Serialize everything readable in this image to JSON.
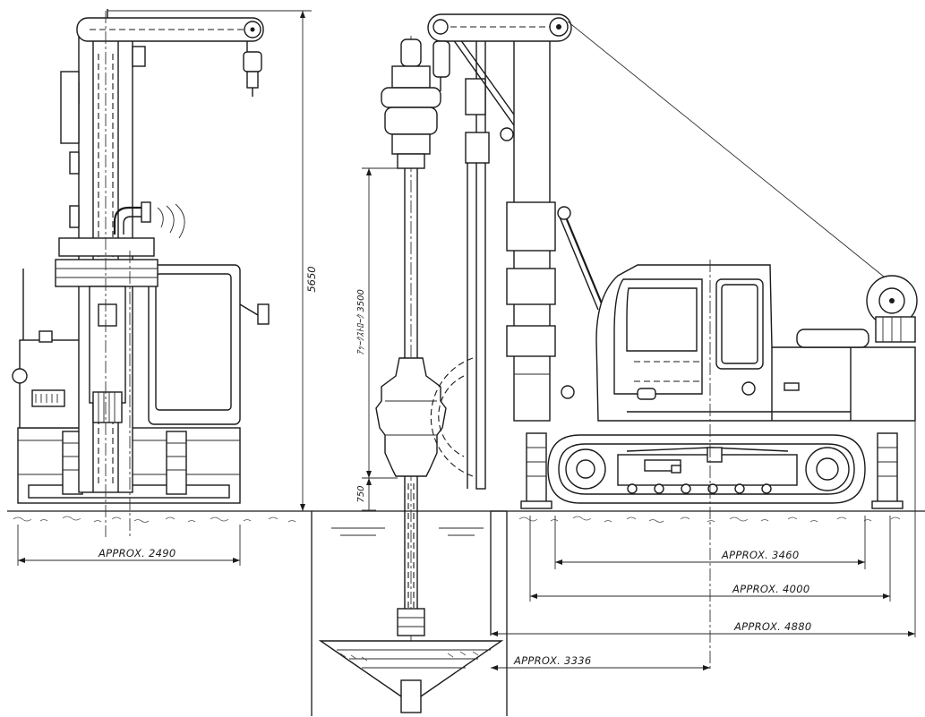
{
  "diagram": {
    "dimensions": {
      "front_width": "APPROX. 2490",
      "total_height": "5650",
      "pile_range": "ｱｯｰｸｽﾄﾛｰｸ 3500",
      "pile_bottom": "750",
      "track_length": "APPROX. 3460",
      "side_length_1": "APPROX. 4000",
      "side_length_2": "APPROX. 4880",
      "swing_radius": "APPROX. 3336"
    }
  }
}
